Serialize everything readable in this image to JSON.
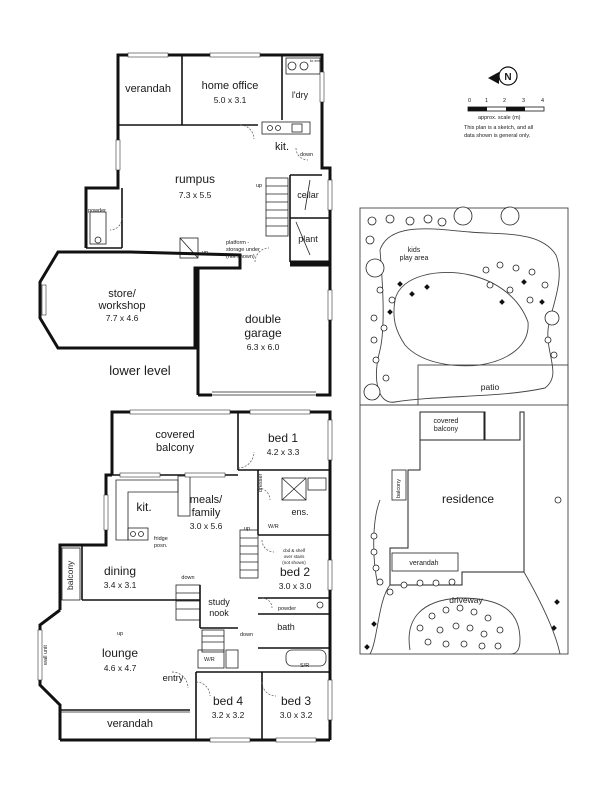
{
  "scale": {
    "title": "approx. scale (m)",
    "ticks": [
      "0",
      "1",
      "2",
      "3",
      "4"
    ],
    "note_line1": "This plan is a sketch, and all",
    "note_line2": "data shown is general only."
  },
  "compass_letter": "N",
  "lower_level": {
    "label": "lower level",
    "rooms": {
      "verandah": "verandah",
      "home_office": "home office",
      "home_office_dim": "5.0 x 3.1",
      "ldry": "l'dry",
      "to_ens": "to ens",
      "kit": "kit.",
      "down": "down",
      "rumpus": "rumpus",
      "rumpus_dim": "7.3 x 5.5",
      "up": "up",
      "cellar": "cellar",
      "plant": "plant",
      "powder": "powder",
      "platform1": "platform -",
      "platform2": "storage under",
      "platform3": "(not shown)",
      "store1": "store/",
      "store2": "workshop",
      "store_dim": "7.7 x 4.6",
      "garage1": "double",
      "garage2": "garage",
      "garage_dim": "6.3 x 6.0"
    }
  },
  "upper_level": {
    "rooms": {
      "covered_balcony1": "covered",
      "covered_balcony2": "balcony",
      "bed1": "bed 1",
      "bed1_dim": "4.2 x 3.3",
      "kit": "kit.",
      "meals1": "meals/",
      "meals2": "family",
      "meals_dim": "3.0 x 5.6",
      "dresser": "dresser",
      "ens": "ens.",
      "wir": "W/R",
      "up": "up",
      "fridge1": "fridge",
      "fridge2": "posn.",
      "cbd1": "cbd & shelf",
      "cbd2": "over stairs",
      "cbd3": "(not shown)",
      "balcony": "balcony",
      "dining": "dining",
      "dining_dim": "3.4 x 3.1",
      "down": "down",
      "bed2": "bed 2",
      "bed2_dim": "3.0 x 3.0",
      "study1": "study",
      "study2": "nook",
      "powder": "powder",
      "bath": "bath",
      "wall_unit": "wall unit",
      "lounge": "lounge",
      "lounge_dim": "4.6 x 4.7",
      "wir2": "W/R",
      "sir": "S/R",
      "entry": "entry",
      "bed4": "bed 4",
      "bed4_dim": "3.2 x 3.2",
      "bed3": "bed 3",
      "bed3_dim": "3.0 x 3.2",
      "verandah": "verandah"
    }
  },
  "site": {
    "kids1": "kids",
    "kids2": "play area",
    "patio": "patio",
    "covered1": "covered",
    "covered2": "balcony",
    "residence": "residence",
    "balcony": "balcony",
    "verandah": "verandah",
    "driveway": "driveway"
  }
}
